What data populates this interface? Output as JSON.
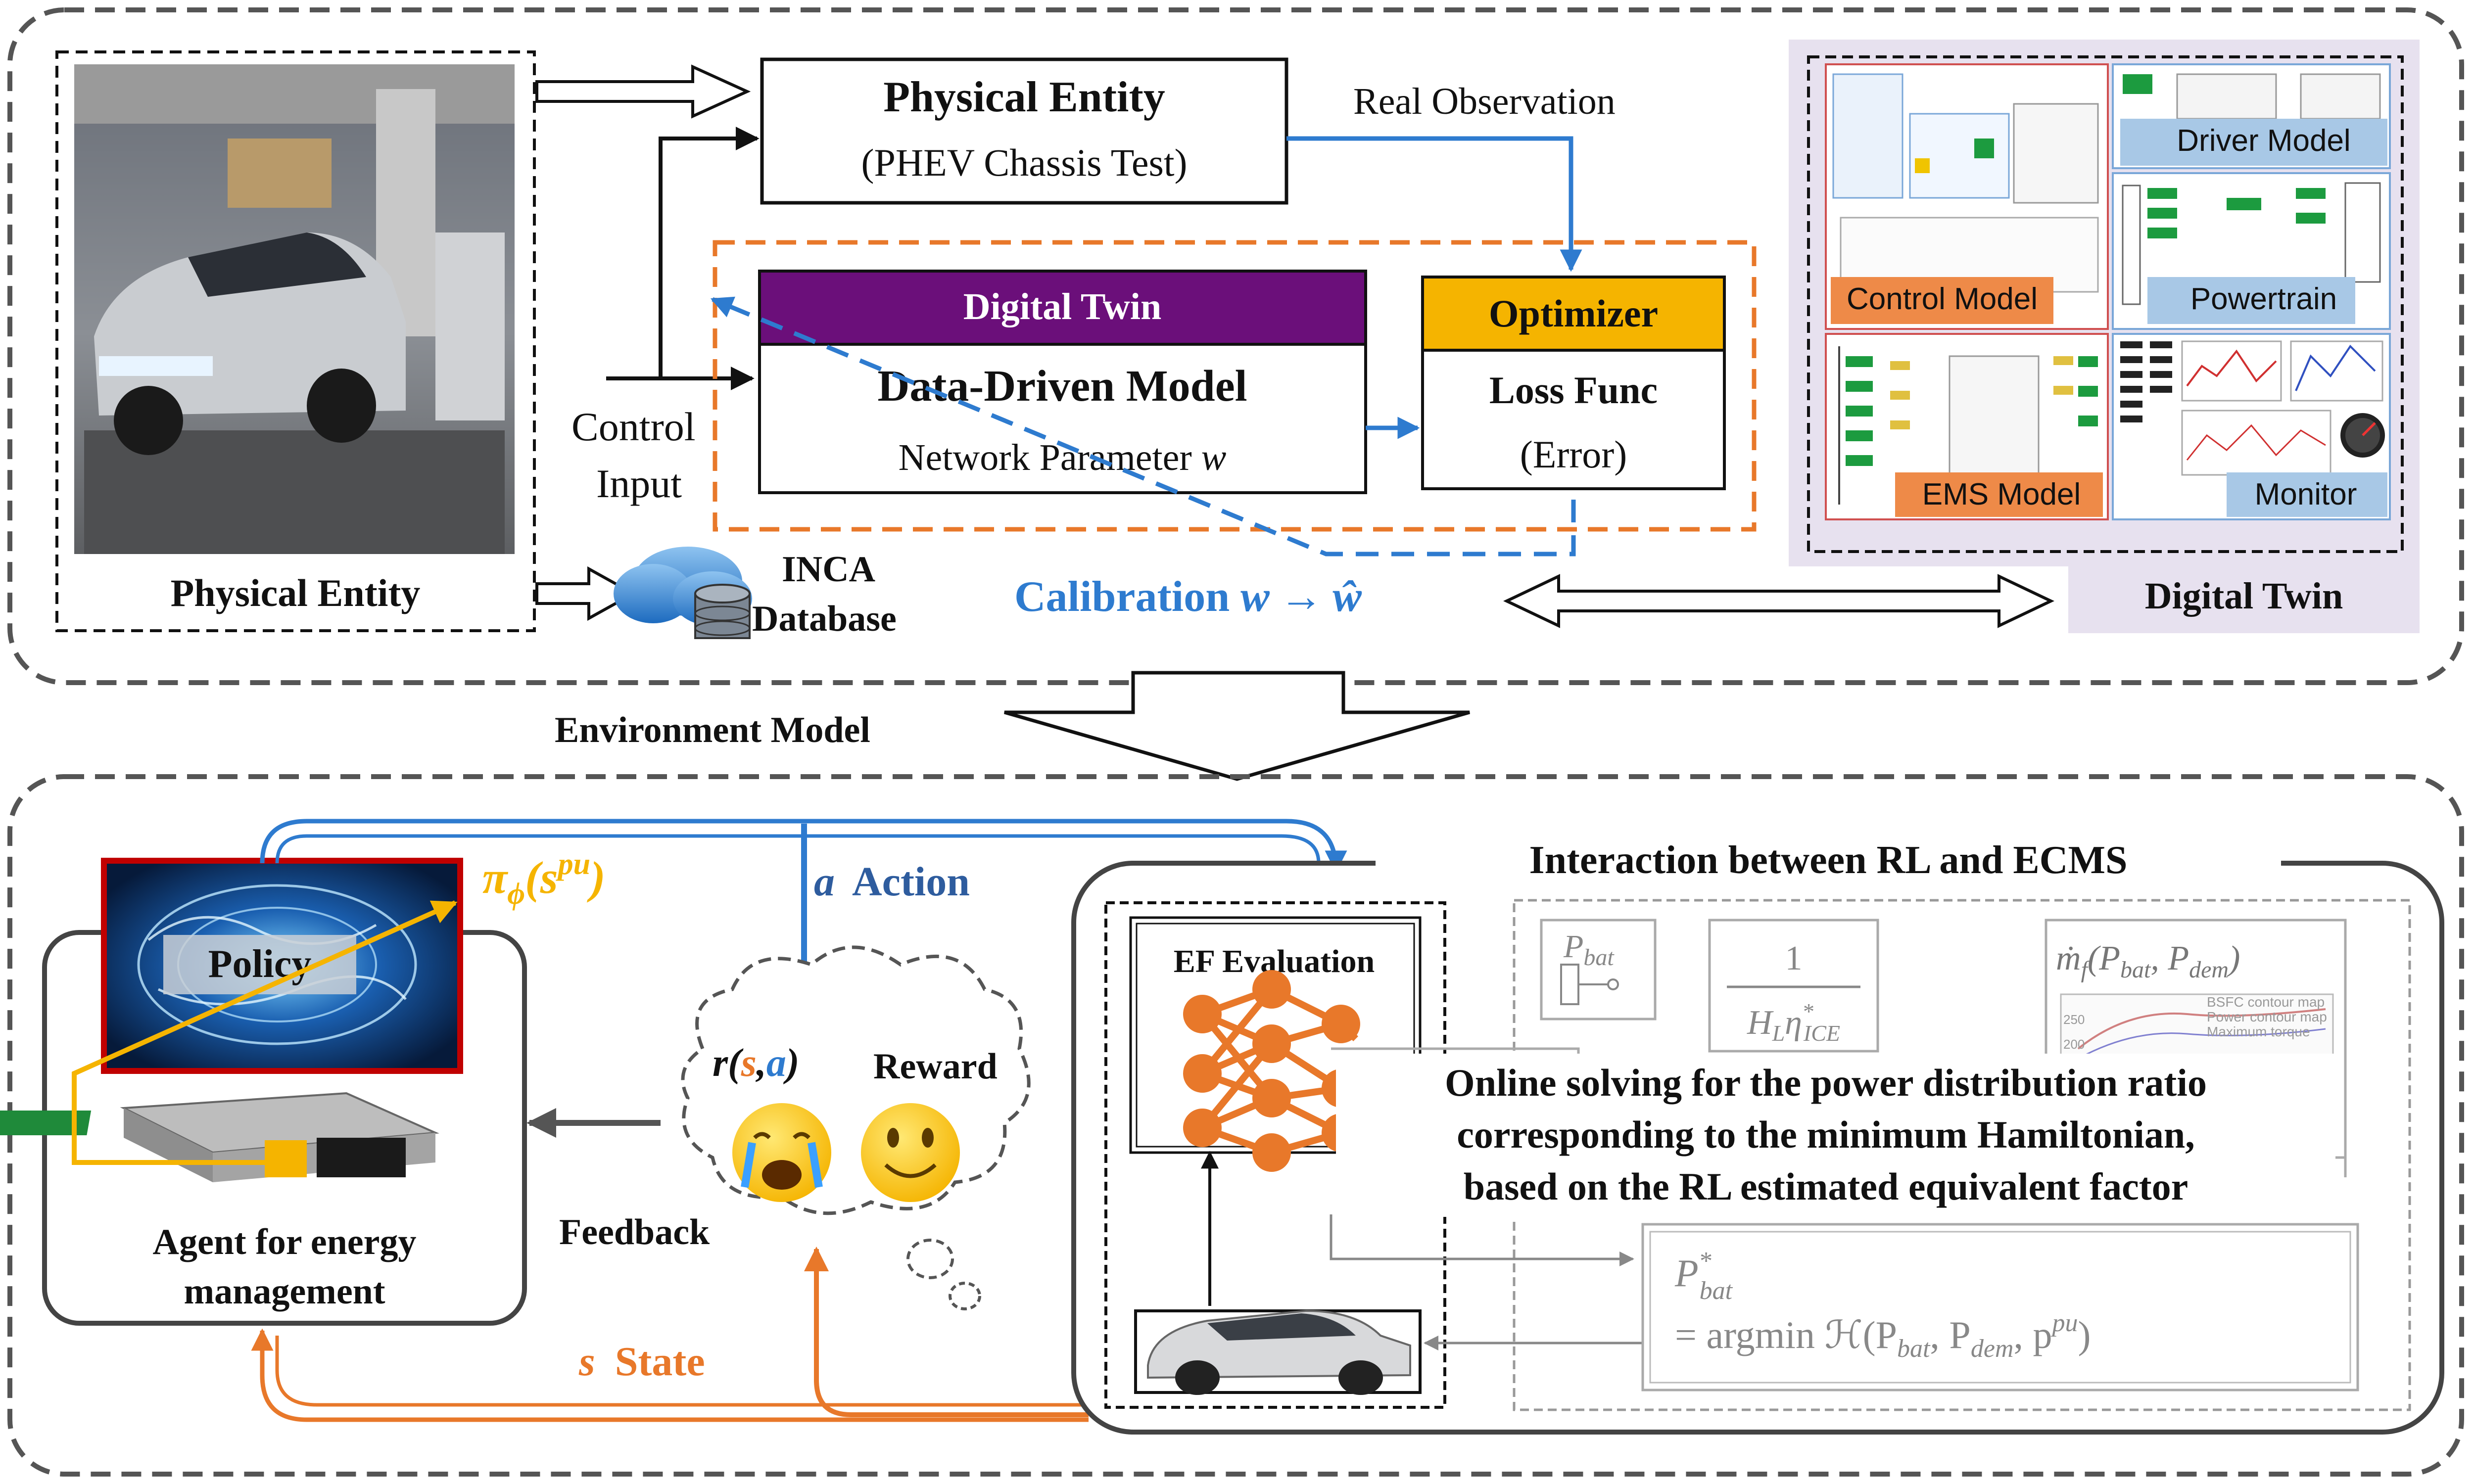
{
  "top": {
    "photo_label": "Physical Entity",
    "physical_box": {
      "title": "Physical Entity",
      "subtitle": "(PHEV Chassis Test)"
    },
    "real_observation": "Real Observation",
    "control_input_line1": "Control",
    "control_input_line2": "Input",
    "digital_twin_header": "Digital Twin",
    "model_title": "Data-Driven Model",
    "model_param_prefix": "Network Parameter ",
    "model_param_var": "w",
    "optimizer_header": "Optimizer",
    "loss_title": "Loss Func",
    "loss_sub": "(Error)",
    "inca_line1": "INCA",
    "inca_line2": "Database",
    "calibration_prefix": "Calibration ",
    "calibration_var": "w",
    "calibration_arrow": "→",
    "calibration_hat": "ŵ",
    "twin_panels": [
      "Driver Model",
      "Control Model",
      "Powertrain",
      "EMS Model",
      "Monitor"
    ],
    "twin_caption": "Digital Twin"
  },
  "middle": {
    "environment_model": "Environment Model"
  },
  "bottom": {
    "policy_label": "Policy",
    "pi_symbol": "π",
    "pi_sub": "ϕ",
    "pi_arg": "(s",
    "pi_sup": "pu",
    "pi_close": ")",
    "action_var": "a",
    "action_label": "Action",
    "reward_expr_r": "r(",
    "reward_expr_s": "s",
    "reward_expr_comma": ",",
    "reward_expr_a": "a",
    "reward_expr_close": ")",
    "reward_label": "Reward",
    "feedback_label": "Feedback",
    "state_var": "s",
    "state_label": "State",
    "agent_line1": "Agent for energy",
    "agent_line2": "management",
    "interaction_title": "Interaction between RL and ECMS",
    "ef_evaluation": "EF Evaluation",
    "pbat_symbol": "P",
    "pbat_sub": "bat",
    "frac_num": "1",
    "frac_den_h": "H",
    "frac_den_l": "L",
    "frac_den_eta": "η",
    "frac_den_star": "*",
    "frac_den_ice": "ICE",
    "mf_expr": "ṁ",
    "mf_sub": "f",
    "mf_args": "(P",
    "mf_bat": "bat",
    "mf_mid": ", P",
    "mf_dem": "dem",
    "mf_close": ")",
    "map_legend": [
      "BSFC contour map",
      "Power contour map",
      "Maximum torque"
    ],
    "map_ticks": [
      "250",
      "200"
    ],
    "online_line1": "Online solving for the power distribution ratio",
    "online_line2": "corresponding to the minimum Hamiltonian,",
    "online_line3": "based on the RL estimated equivalent factor",
    "argmin_p": "P",
    "argmin_sup": "*",
    "argmin_sub": "bat",
    "argmin_eq": "= argmin ℋ(P",
    "argmin_bat": "bat",
    "argmin_c1": ", P",
    "argmin_dem": "dem",
    "argmin_c2": ", p",
    "argmin_pu": "pu",
    "argmin_close": ")"
  },
  "colors": {
    "blue": "#2E7BCF",
    "orange": "#E8782A",
    "purple": "#6B0F7A",
    "optimizer_yellow": "#F5B400",
    "red_frame": "#C00000",
    "lavender": "#E7E1EF",
    "gold": "#F5B400"
  }
}
